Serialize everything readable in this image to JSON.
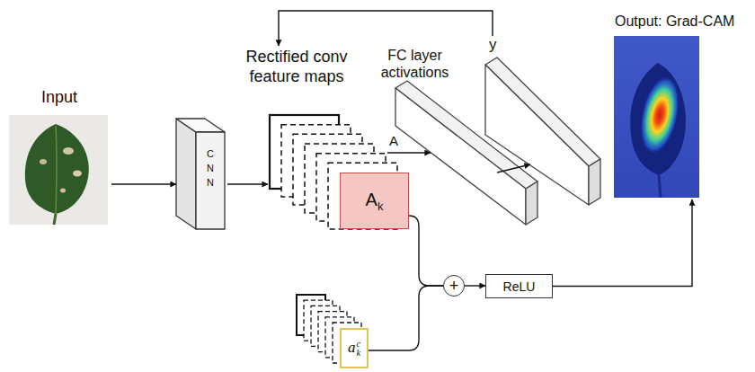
{
  "diagram": {
    "nodes": [
      {
        "text": [
          "Input"
        ]
      },
      {
        "text": [
          "CNN"
        ]
      },
      {
        "text": [
          "Rectified conv feature maps"
        ]
      },
      {
        "text": [
          "Ak"
        ]
      },
      {
        "text": [
          "FC layer activations"
        ]
      },
      {
        "text": [
          "y"
        ]
      },
      {
        "text": [
          "Output: Grad-CAM"
        ]
      },
      {
        "text": [
          "+"
        ]
      },
      {
        "text": [
          "ReLU"
        ]
      },
      {
        "text": [
          "akc"
        ]
      }
    ],
    "edges": [
      {
        "from": 0,
        "to": 1,
        "arrow": "to"
      },
      {
        "from": 1,
        "to": 2,
        "arrow": "to"
      },
      {
        "from": 2,
        "to": 4,
        "label": "A",
        "arrow": "to"
      },
      {
        "from": 4,
        "to": 5,
        "arrow": "to"
      },
      {
        "from": 5,
        "to": 2,
        "arrow": "to"
      },
      {
        "from": 3,
        "to": 7,
        "arrow": "none"
      },
      {
        "from": 9,
        "to": 7,
        "arrow": "none"
      },
      {
        "from": 7,
        "to": 8,
        "arrow": "to"
      },
      {
        "from": 8,
        "to": 6,
        "arrow": "to"
      }
    ]
  }
}
